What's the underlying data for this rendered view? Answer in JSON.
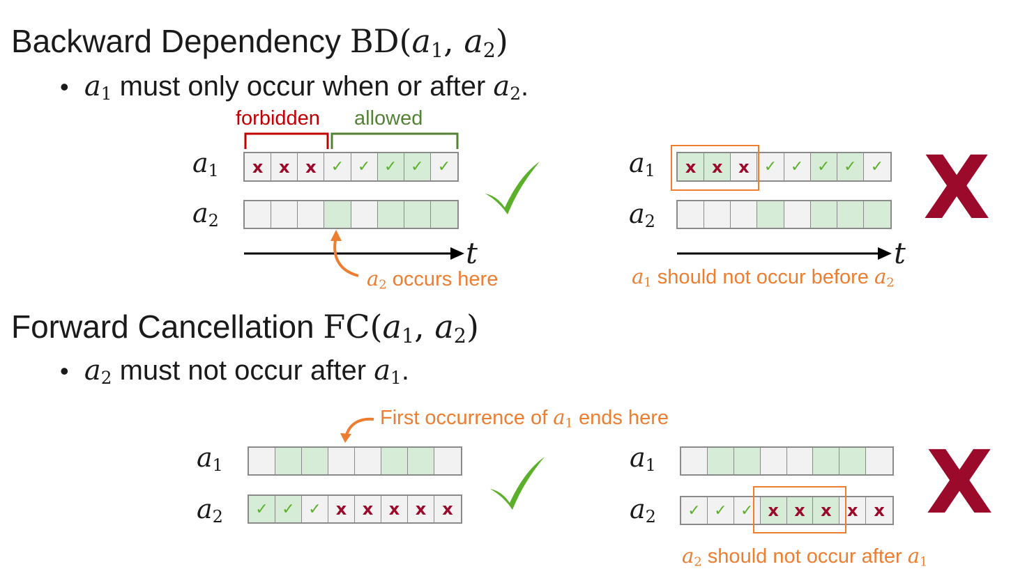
{
  "bd": {
    "title_text": "Backward Dependency ",
    "title_math": "BD",
    "title_args": "(a",
    "rule_text": " must only occur when or after ",
    "left": {
      "forbidden_label": "forbidden",
      "allowed_label": "allowed",
      "row1_label": "a",
      "row2_label": "a",
      "row1_cells": [
        "off-x",
        "off-x",
        "off-x",
        "off-ok",
        "off-ok",
        "on-ok",
        "on-ok",
        "off-ok"
      ],
      "row2_cells": [
        "off",
        "off",
        "off",
        "on",
        "off",
        "on",
        "on",
        "on"
      ],
      "axis_label": "t",
      "annotation_text": " occurs here",
      "verdict": "valid"
    },
    "right": {
      "row1_cells": [
        "on-x",
        "on-x",
        "off-x",
        "off-ok",
        "off-ok",
        "on-ok",
        "on-ok",
        "off-ok"
      ],
      "row2_cells": [
        "off",
        "off",
        "off",
        "on",
        "off",
        "on",
        "on",
        "on"
      ],
      "axis_label": "t",
      "annotation_text": " should not occur before ",
      "verdict": "invalid"
    }
  },
  "fc": {
    "title_text": "Forward Cancellation ",
    "title_math": "FC",
    "rule_text": " must not occur after ",
    "annotation_top": "First occurrence of ",
    "annotation_top_end": " ends here",
    "left": {
      "row1_cells": [
        "off",
        "on",
        "on",
        "off",
        "off",
        "on",
        "on",
        "off"
      ],
      "row2_cells": [
        "on-ok",
        "on-ok",
        "off-ok",
        "off-x",
        "off-x",
        "off-x",
        "off-x",
        "off-x"
      ],
      "verdict": "valid"
    },
    "right": {
      "row1_cells": [
        "off",
        "on",
        "on",
        "off",
        "off",
        "on",
        "on",
        "off"
      ],
      "row2_cells": [
        "off-ok",
        "off-ok",
        "off-ok",
        "on-x",
        "on-x",
        "on-x",
        "off-x",
        "off-x"
      ],
      "annotation_text": " should not occur after ",
      "verdict": "invalid"
    }
  },
  "symbols": {
    "a": "a",
    "sub1": "1",
    "sub2": "2",
    "check": "✓",
    "cross": "x",
    "big_cross": "X"
  },
  "colors": {
    "forbidden": "#c00000",
    "allowed": "#548235",
    "annotation": "#ed7d31",
    "cross": "#9b0a2b",
    "check": "#5bb02a",
    "cell_on": "#d6ecd6",
    "cell_off": "#f2f2f2"
  }
}
